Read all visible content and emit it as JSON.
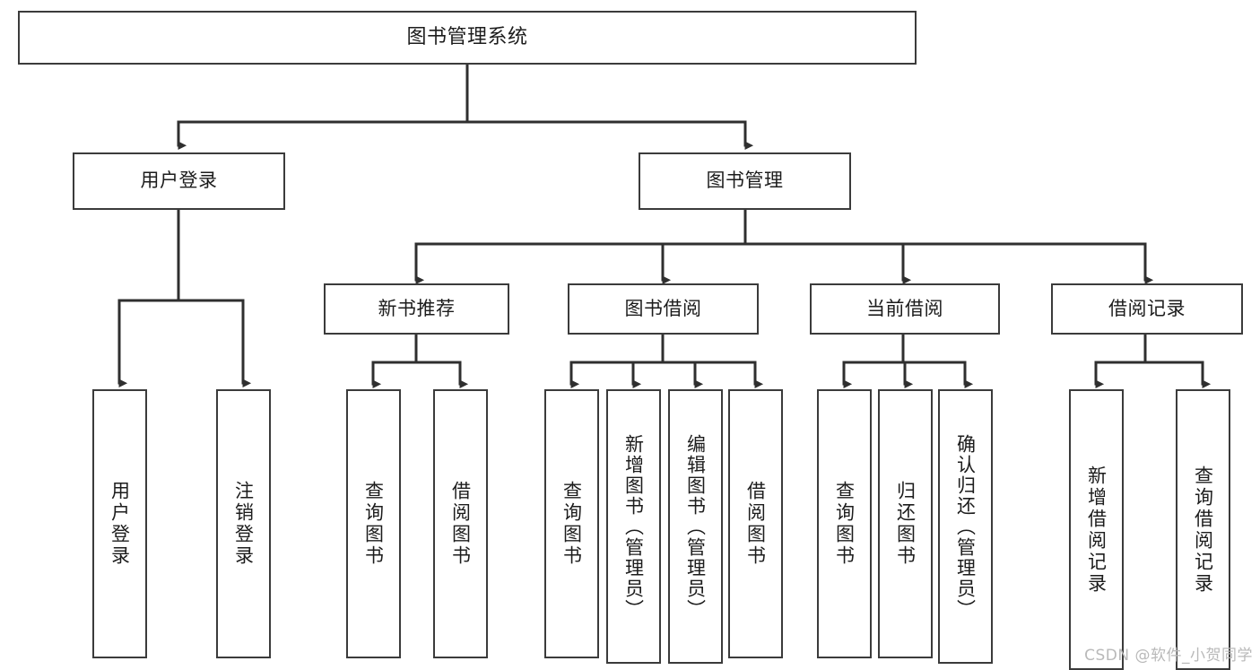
{
  "diagram": {
    "title": "图书管理系统",
    "type": "tree",
    "watermark": "CSDN @软件_小贺同学",
    "colors": {
      "box_border": "#3b3b3b",
      "box_fill": "#ffffff",
      "connector": "#2f2f2f",
      "text": "#1c1c1c",
      "watermark": "#b9b9b9"
    },
    "levels": {
      "level0": [
        {
          "id": "root",
          "label": "图书管理系统"
        }
      ],
      "level1": [
        {
          "id": "login",
          "label": "用户登录"
        },
        {
          "id": "bookmgmt",
          "label": "图书管理"
        }
      ],
      "level2": [
        {
          "id": "newbook",
          "label": "新书推荐"
        },
        {
          "id": "borrow",
          "label": "图书借阅"
        },
        {
          "id": "current",
          "label": "当前借阅"
        },
        {
          "id": "records",
          "label": "借阅记录"
        }
      ],
      "leaves": {
        "login": [
          {
            "id": "leaf-user-login",
            "label": "用户登录"
          },
          {
            "id": "leaf-logout",
            "label": "注销登录"
          }
        ],
        "newbook": [
          {
            "id": "leaf-query-book-1",
            "label": "查询图书"
          },
          {
            "id": "leaf-borrow-book-1",
            "label": "借阅图书"
          }
        ],
        "borrow": [
          {
            "id": "leaf-query-book-2",
            "label": "查询图书"
          },
          {
            "id": "leaf-add-book",
            "label": "新增图书（管理员）"
          },
          {
            "id": "leaf-edit-book",
            "label": "编辑图书（管理员）"
          },
          {
            "id": "leaf-borrow-book-2",
            "label": "借阅图书"
          }
        ],
        "current": [
          {
            "id": "leaf-query-book-3",
            "label": "查询图书"
          },
          {
            "id": "leaf-return-book",
            "label": "归还图书"
          },
          {
            "id": "leaf-confirm-return",
            "label": "确认归还（管理员）"
          }
        ],
        "records": [
          {
            "id": "leaf-add-record",
            "label": "新增借阅记录"
          },
          {
            "id": "leaf-query-record",
            "label": "查询借阅记录"
          }
        ]
      }
    }
  }
}
